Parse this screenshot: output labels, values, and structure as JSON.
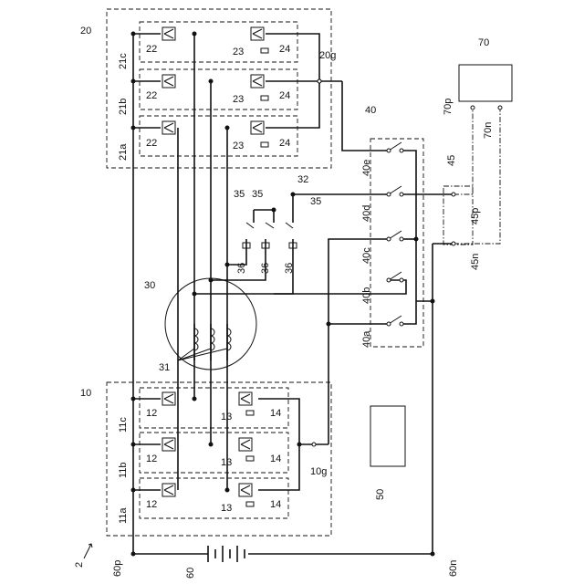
{
  "labels": {
    "fig": "2",
    "inv2": "20",
    "inv2_g": "20g",
    "inv2_c": "21c",
    "inv2_b": "21b",
    "inv2_a": "21a",
    "inv2_sw": "22",
    "inv2_d": "23",
    "inv2_r": "24",
    "sw_unit": "40",
    "sw_e": "40e",
    "sw_d": "40d",
    "sw_c": "40c",
    "sw_b": "40b",
    "sw_a": "40a",
    "neutral": "32",
    "relay": "35",
    "resistor": "36",
    "motor": "30",
    "coils": "31",
    "inv1": "10",
    "inv1_g": "10g",
    "inv1_c": "11c",
    "inv1_b": "11b",
    "inv1_a": "11a",
    "inv1_sw": "12",
    "inv1_d": "13",
    "inv1_r": "14",
    "ext": "70",
    "ext_p": "70p",
    "ext_n": "70n",
    "conn": "45",
    "conn_p": "45p",
    "conn_n": "45n",
    "ctrl": "50",
    "batt": "60",
    "batt_p": "60p",
    "batt_n": "60n"
  }
}
